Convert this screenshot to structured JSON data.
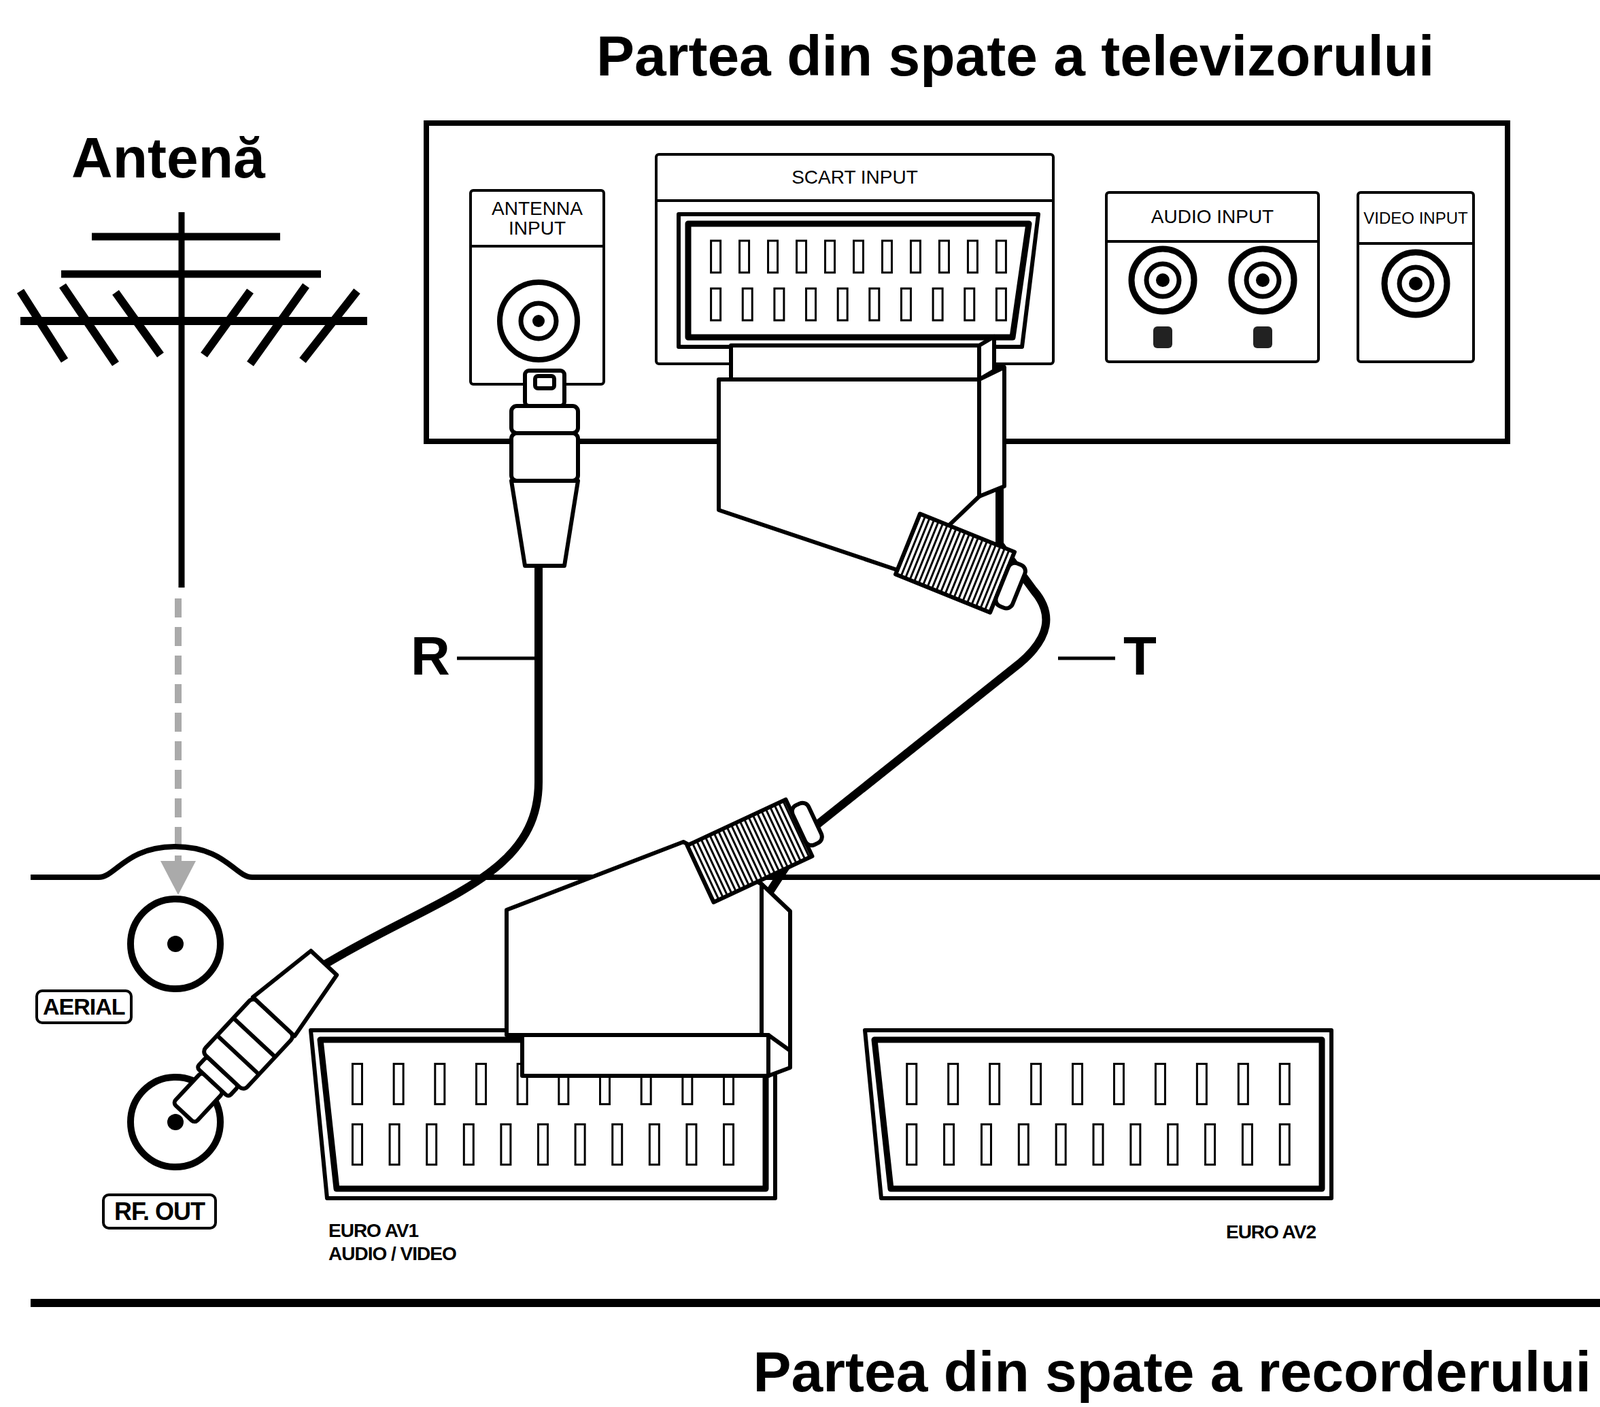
{
  "diagram": {
    "nodes": [
      {
        "text": [
          "Partea din spate a televizorului"
        ]
      },
      {
        "text": [
          "ANTENNA INPUT"
        ],
        "in": 0
      },
      {
        "text": [
          "SCART INPUT"
        ],
        "in": 0
      },
      {
        "text": [
          "AUDIO INPUT"
        ],
        "in": 0
      },
      {
        "text": [
          "VIDEO INPUT"
        ],
        "in": 0
      },
      {
        "text": [
          "Antenă"
        ]
      },
      {
        "text": [
          "Partea din spate a recorderului"
        ]
      },
      {
        "text": [
          "AERIAL"
        ],
        "in": 6
      },
      {
        "text": [
          "RF. OUT"
        ],
        "in": 6
      },
      {
        "text": [
          "EURO AV1 AUDIO / VIDEO"
        ],
        "in": 6
      },
      {
        "text": [
          "EURO AV2"
        ],
        "in": 6
      }
    ],
    "edges": [
      {
        "from": 5,
        "to": 7,
        "arrow": "to"
      },
      {
        "from": 8,
        "to": 1,
        "label": "R",
        "arrow": "none"
      },
      {
        "from": 9,
        "to": 2,
        "label": "T",
        "arrow": "none"
      }
    ]
  }
}
